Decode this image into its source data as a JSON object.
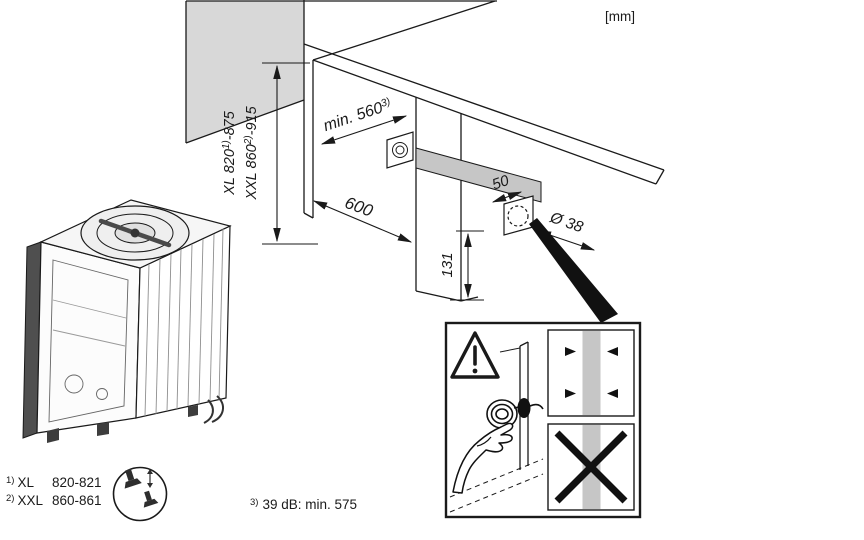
{
  "units_label": "[mm]",
  "dimensions": {
    "niche_height_xl": {
      "pre": "XL 820",
      "sup": "1)",
      "post": "-875"
    },
    "niche_height_xxl": {
      "pre": "XXL 860",
      "sup": "2)",
      "post": "-915"
    },
    "niche_depth": {
      "pre": "min. 560",
      "sup": "3)"
    },
    "niche_width": "600",
    "hole_offset": "50",
    "hole_height": "131",
    "hole_diameter": "Ø 38"
  },
  "footnotes": {
    "fn1": {
      "marker": "1)",
      "label": "XL",
      "value": "820-821"
    },
    "fn2": {
      "marker": "2)",
      "label": "XXL",
      "value": "860-861"
    },
    "fn3": {
      "marker": "3)",
      "text": "39 dB: min. 575"
    }
  },
  "icons": {
    "warning": "warning-triangle",
    "adjustable_feet": "adjustable-feet",
    "prohibited": "cross-x",
    "clearance": "inward-arrows",
    "hole": "dashed-circle"
  },
  "colors": {
    "line": "#1a1a1a",
    "wall_gray": "#d8d8d8",
    "rail_gray": "#c6c6c6",
    "hose_gray": "#c6c6c6"
  }
}
